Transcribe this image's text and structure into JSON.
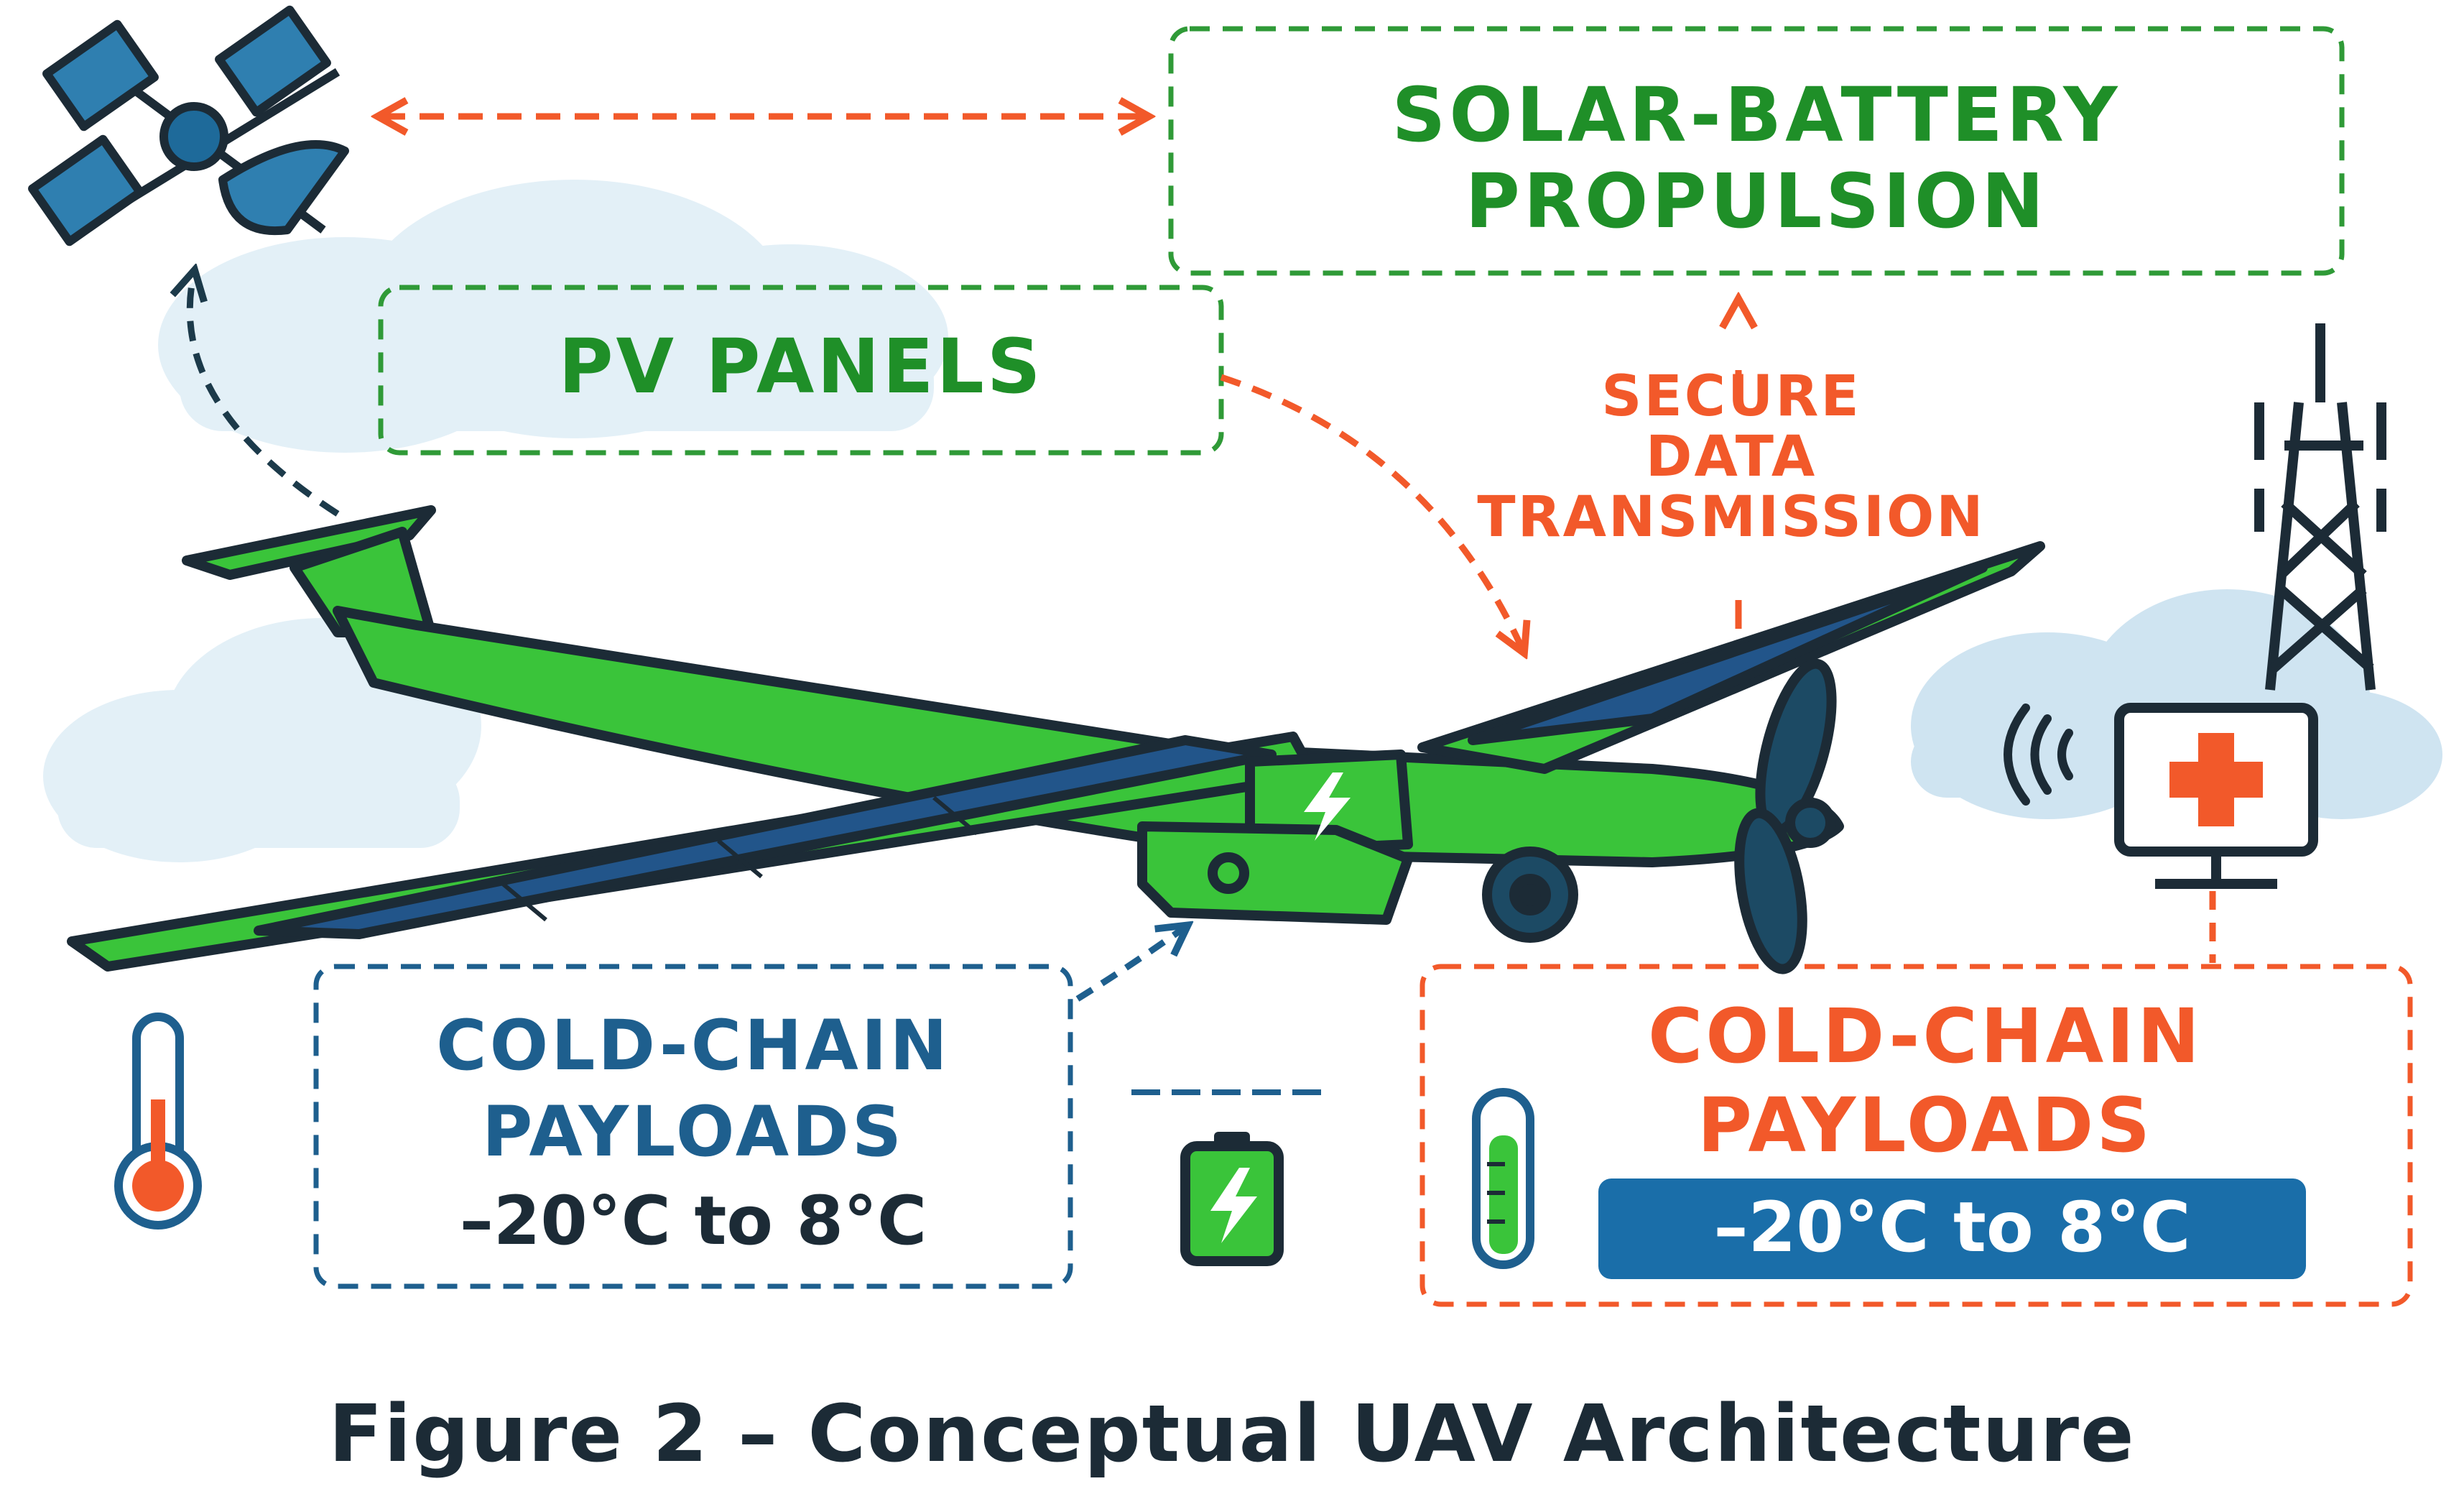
{
  "labels": {
    "solar_propulsion": [
      "SOLAR-BATTERY",
      "PROPULSION"
    ],
    "pv_panels": "PV PANELS",
    "secure_data": [
      "SECURE",
      "DATA",
      "TRANSMISSION"
    ],
    "cold_chain_left": [
      "COLD-CHAIN",
      "PAYLOADS"
    ],
    "cold_chain_left_temp": "–20°C to 8°C",
    "cold_chain_right": [
      "COLD-CHAIN",
      "PAYLOADS"
    ],
    "cold_chain_right_temp": "–20°C to 8°C"
  },
  "caption": "Figure 2 – Conceptual UAV Architecture",
  "icons": [
    "satellite-icon",
    "cloud-icon",
    "uav-airplane-icon",
    "battery-icon",
    "thermometer-icon",
    "cell-tower-icon",
    "medical-monitor-icon",
    "wireless-signal-icon",
    "lightning-bolt-icon"
  ],
  "colors": {
    "green_accent": "#1f8f28",
    "uav_body": "#3ac43a",
    "solar_panel": "#22558a",
    "orange_accent": "#f2592a",
    "blue_accent": "#1e5f8e",
    "outline": "#1c2b36",
    "cloud": "#deeef6",
    "badge": "#1a6ea9"
  }
}
